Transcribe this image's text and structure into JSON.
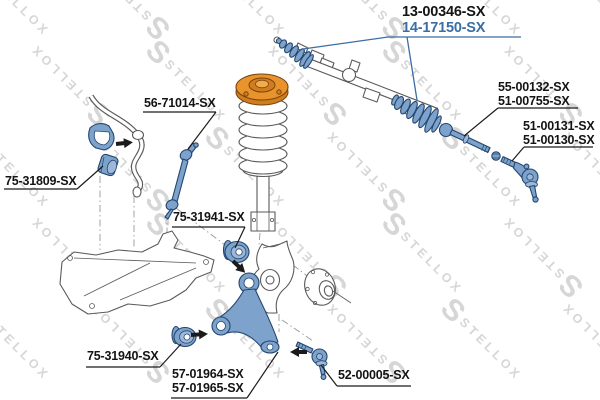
{
  "brand": {
    "watermark_word": "STELLOX",
    "logo_letter": "S"
  },
  "callouts": {
    "bellows_kit": {
      "line1": "13-00346-SX",
      "line2": "14-17150-SX"
    },
    "inner_tie_rod": {
      "line1": "55-00132-SX",
      "line2": "51-00755-SX"
    },
    "tie_rod_end": {
      "line1": "51-00131-SX",
      "line2": "51-00130-SX"
    },
    "stabilizer_link": {
      "line1": "56-71014-SX"
    },
    "stabilizer_bushing": {
      "line1": "75-31809-SX"
    },
    "arm_rear_bushing": {
      "line1": "75-31941-SX"
    },
    "arm_front_bushing": {
      "line1": "75-31940-SX"
    },
    "control_arm": {
      "line1": "57-01964-SX",
      "line2": "57-01965-SX"
    },
    "ball_joint": {
      "line1": "52-00005-SX"
    }
  },
  "colors": {
    "part_blue": "#7da2cc",
    "part_blue_dark": "#24466e",
    "mount_orange": "#e8932c",
    "label_blue": "#3a6ea5",
    "label_black": "#141414",
    "outline_gray": "#5a5a5a",
    "watermark": "#d6d6d6"
  }
}
